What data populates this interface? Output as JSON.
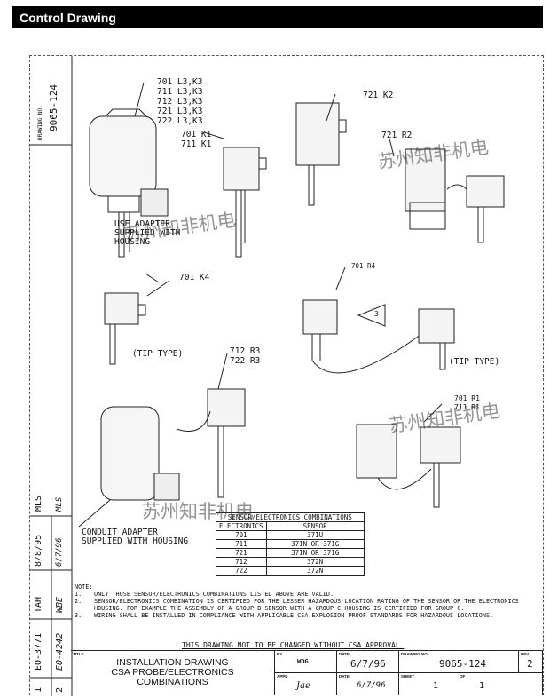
{
  "header": {
    "title": "Control Drawing"
  },
  "drawing": {
    "side_number": "9065-124",
    "side_label": "DRAWING NO.",
    "callouts": {
      "c701l3": "701 L3,K3",
      "c711l3": "711 L3,K3",
      "c712l3": "712 L3,K3",
      "c721l3": "721 L3,K3",
      "c722l3": "722 L3,K3",
      "c701k1": "701 K1",
      "c711k1": "711 K1",
      "c721k2": "721 K2",
      "c721r2": "721 R2",
      "c701k4": "701 K4",
      "c701r4": "701 R4",
      "c712r3": "712 R3",
      "c722r3": "722 R3",
      "c701r1": "701 R1",
      "c711r1": "711 R1",
      "tip1": "(TIP TYPE)",
      "tip2": "(TIP TYPE)",
      "adapter1": "USE ADAPTER\nSUPPLIED WITH\nHOUSING",
      "adapter2": "CONDUIT ADAPTER\nSUPPLIED WITH HOUSING",
      "triangle": "3"
    },
    "table": {
      "title": "SENSOR/ELECTRONICS COMBINATIONS",
      "headers": [
        "ELECTRONICS",
        "SENSOR"
      ],
      "rows": [
        [
          "701",
          "371U"
        ],
        [
          "711",
          "371N OR 371G"
        ],
        [
          "721",
          "371N OR 371G"
        ],
        [
          "712",
          "372N"
        ],
        [
          "722",
          "372N"
        ]
      ]
    },
    "notes": {
      "heading": "NOTE:",
      "items": [
        [
          "1.",
          "ONLY THOSE SENSOR/ELECTRONICS COMBINATIONS LISTED ABOVE ARE VALID."
        ],
        [
          "2.",
          "SENSOR/ELECTRONICS COMBINATION IS CERTIFIED FOR THE LESSER HAZARDOUS LOCATION RATING OF THE SENSOR OR THE ELECTRONICS HOUSING. FOR EXAMPLE THE ASSEMBLY OF A GROUP B SENSOR WITH A GROUP C HOUSING IS CERTIFIED FOR GROUP C."
        ],
        [
          "3.",
          "WIRING SHALL BE INSTALLED IN COMPLIANCE WITH APPLICABLE CSA EXPLOSION PROOF STANDARDS FOR HAZARDOUS LOCATIONS."
        ]
      ]
    },
    "approval": "THIS DRAWING NOT TO BE CHANGED WITHOUT CSA APPROVAL.",
    "revisions": [
      {
        "rev": "1",
        "eo": "EO-3771",
        "by": "TAH",
        "date": "8/8/95",
        "appd": "MLS"
      },
      {
        "rev": "2",
        "eo": "EO-4242",
        "by": "WBE",
        "date": "6/7/96",
        "appd": "MLS"
      }
    ],
    "title_block": {
      "title_label": "TITLE",
      "title_lines": [
        "INSTALLATION DRAWING",
        "CSA PROBE/ELECTRONICS",
        "COMBINATIONS"
      ],
      "by_label": "BY",
      "by": "WDG",
      "date_label": "DATE",
      "date": "6/7/96",
      "appd_label": "APPD",
      "appd": "Jae",
      "date2_label": "DATE",
      "date2": "6/7/96",
      "dwg_label": "DRAWING NO.",
      "dwg": "9065-124",
      "rev_label": "REV",
      "rev": "2",
      "sheet_label": "SHEET",
      "sheet": "1",
      "of_label": "OF",
      "of": "1"
    }
  },
  "watermark": "苏州知非机电"
}
